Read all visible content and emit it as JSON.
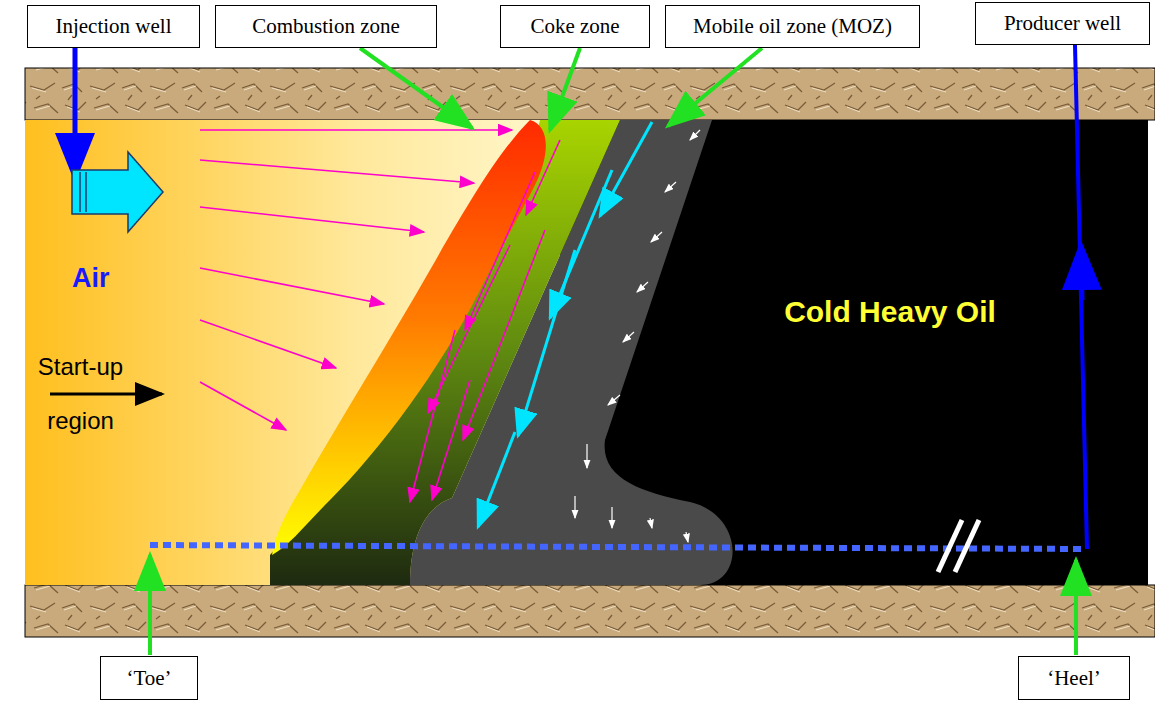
{
  "diagram": {
    "nodes": [
      {
        "text": [
          "Injection well"
        ]
      },
      {
        "text": [
          "Combustion zone"
        ]
      },
      {
        "text": [
          "Coke zone"
        ]
      },
      {
        "text": [
          "Mobile oil zone (MOZ)"
        ]
      },
      {
        "text": [
          "Producer well"
        ]
      },
      {
        "text": [
          "‘Toe’"
        ]
      },
      {
        "text": [
          "‘Heel’"
        ]
      }
    ],
    "labels": [
      "Air",
      "Start-up region",
      "Cold Heavy Oil"
    ]
  }
}
